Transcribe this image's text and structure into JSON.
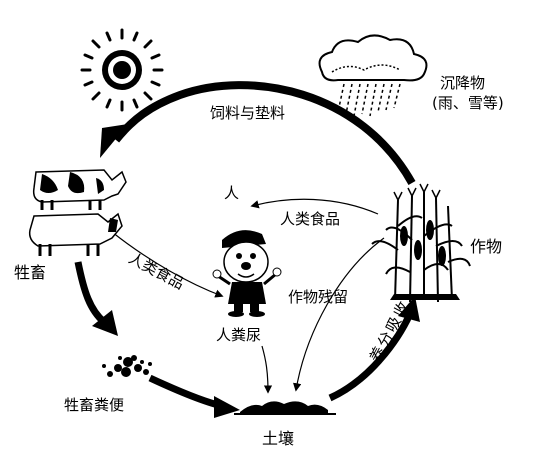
{
  "labels": {
    "precipitation": "沉降物",
    "precipitation_detail": "(雨、雪等)",
    "feed_bedding": "饲料与垫料",
    "livestock": "牲畜",
    "human": "人",
    "human_food_from_crops": "人类食品",
    "human_food_from_livestock": "人类食品",
    "crops": "作物",
    "crop_residue": "作物残留",
    "human_excreta": "人粪尿",
    "livestock_manure": "牲畜粪便",
    "soil": "土壤",
    "nutrient_absorption": "养分吸收"
  },
  "colors": {
    "ink": "#000000",
    "background": "#ffffff"
  },
  "icons": [
    "sun-icon",
    "rain-cloud-icon",
    "cow-icon",
    "person-cartoon-icon",
    "corn-plant-icon",
    "manure-pile-icon",
    "soil-icon"
  ]
}
